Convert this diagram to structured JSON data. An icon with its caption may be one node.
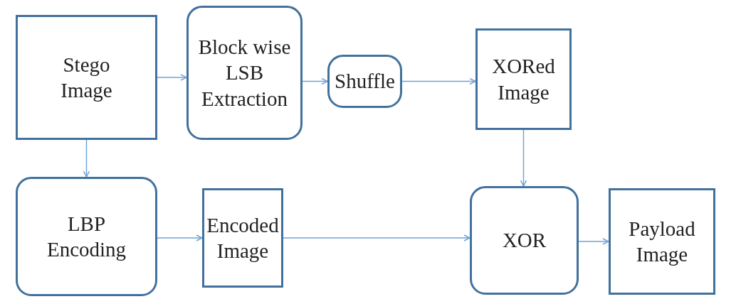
{
  "diagram": {
    "nodes": [
      {
        "text": [
          "Stego Image"
        ]
      },
      {
        "text": [
          "Block wise LSB Extraction"
        ]
      },
      {
        "text": [
          "Shuffle"
        ]
      },
      {
        "text": [
          "XORed Image"
        ]
      },
      {
        "text": [
          "LBP Encoding"
        ]
      },
      {
        "text": [
          "Encoded Image"
        ]
      },
      {
        "text": [
          "XOR"
        ]
      },
      {
        "text": [
          "Payload Image"
        ]
      }
    ],
    "edges": [
      {
        "from": 0,
        "to": 1,
        "arrow": "to"
      },
      {
        "from": 1,
        "to": 2,
        "arrow": "to"
      },
      {
        "from": 2,
        "to": 3,
        "arrow": "to"
      },
      {
        "from": 3,
        "to": 6,
        "arrow": "to"
      },
      {
        "from": 0,
        "to": 4,
        "arrow": "to"
      },
      {
        "from": 4,
        "to": 5,
        "arrow": "to"
      },
      {
        "from": 5,
        "to": 6,
        "arrow": "to"
      },
      {
        "from": 6,
        "to": 7,
        "arrow": "to"
      }
    ]
  }
}
